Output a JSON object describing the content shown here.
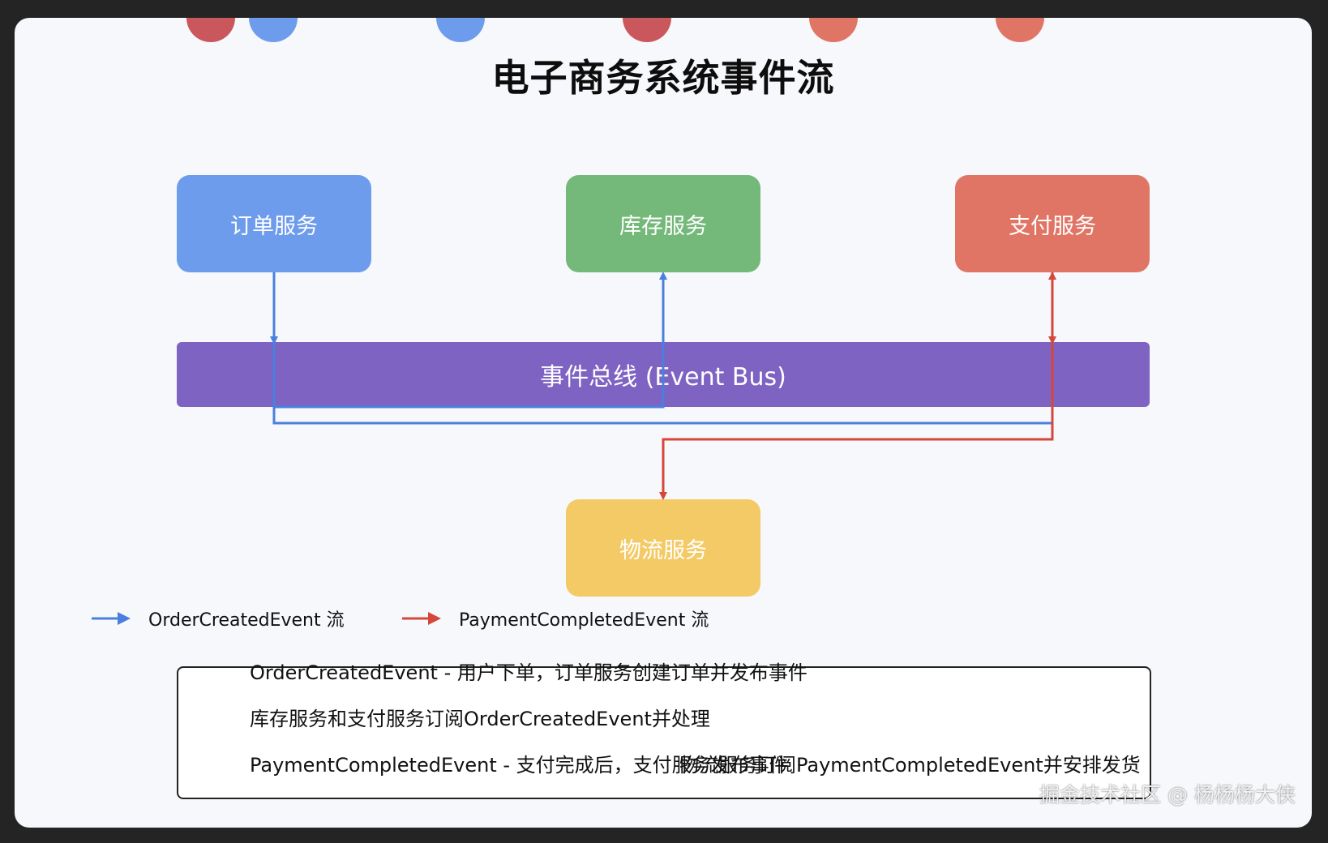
{
  "title": "电子商务系统事件流",
  "services": {
    "order": {
      "label": "订单服务",
      "color": "#6d9ced"
    },
    "inventory": {
      "label": "库存服务",
      "color": "#74b87a"
    },
    "payment": {
      "label": "支付服务",
      "color": "#e07565"
    },
    "logistics": {
      "label": "物流服务",
      "color": "#f4ca66"
    }
  },
  "event_bus": {
    "label": "事件总线 (Event Bus)",
    "color": "#7e63c2"
  },
  "flow_colors": {
    "order_created": "#4a7fdd",
    "payment_completed": "#d5473b"
  },
  "legend": [
    {
      "label": "OrderCreatedEvent 流",
      "color": "#4a7fdd"
    },
    {
      "label": "PaymentCompletedEvent 流",
      "color": "#d5473b"
    }
  ],
  "notes": [
    "OrderCreatedEvent - 用户下单，订单服务创建订单并发布事件",
    "库存服务和支付服务订阅OrderCreatedEvent并处理",
    "PaymentCompletedEvent - 支付完成后，支付服务发布事件",
    "物流服务订阅PaymentCompletedEvent并安排发货"
  ],
  "watermark": "掘金技术社区 @ 杨杨杨大侠"
}
